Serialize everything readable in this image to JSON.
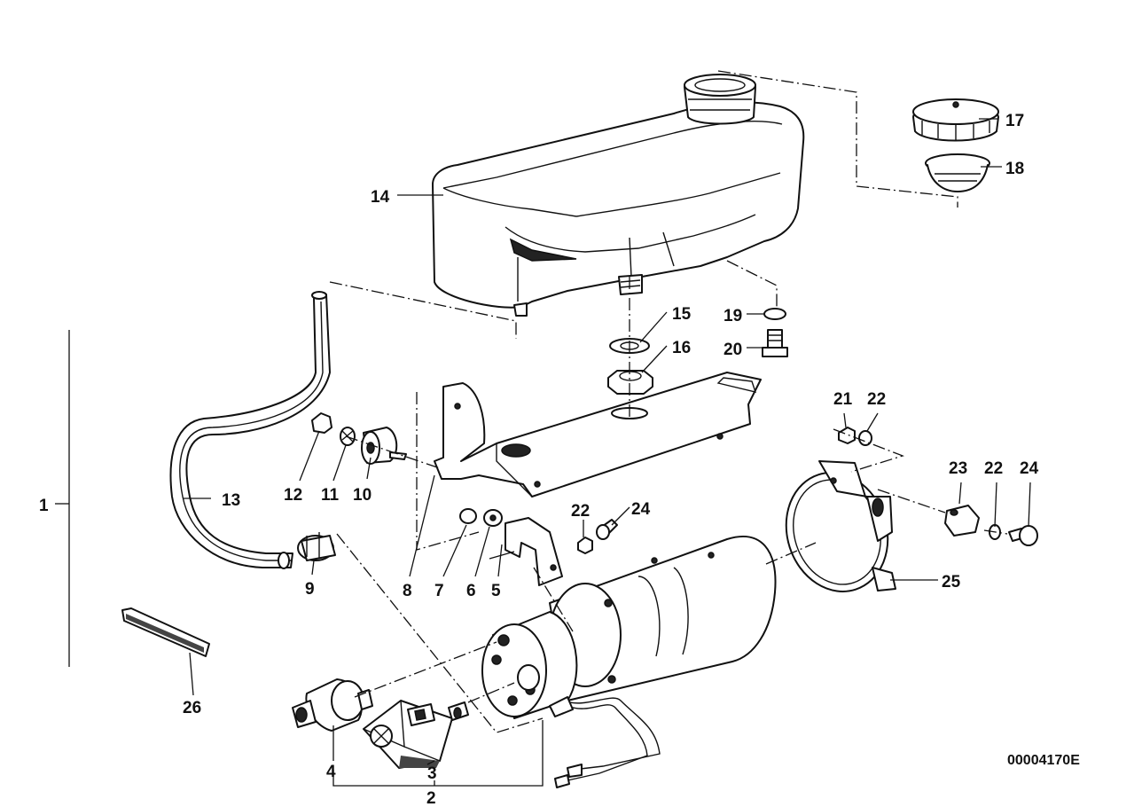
{
  "diagram": {
    "reference_code": "00004170E",
    "callouts": {
      "c1": "1",
      "c2": "2",
      "c3": "3",
      "c4": "4",
      "c5": "5",
      "c6": "6",
      "c7": "7",
      "c8": "8",
      "c9": "9",
      "c10": "10",
      "c11": "11",
      "c12": "12",
      "c13": "13",
      "c14": "14",
      "c15": "15",
      "c16": "16",
      "c17": "17",
      "c18": "18",
      "c19": "19",
      "c20": "20",
      "c21": "21",
      "c22a": "22",
      "c22b": "22",
      "c22c": "22",
      "c23": "23",
      "c24a": "24",
      "c24b": "24",
      "c25": "25",
      "c26": "26"
    }
  }
}
